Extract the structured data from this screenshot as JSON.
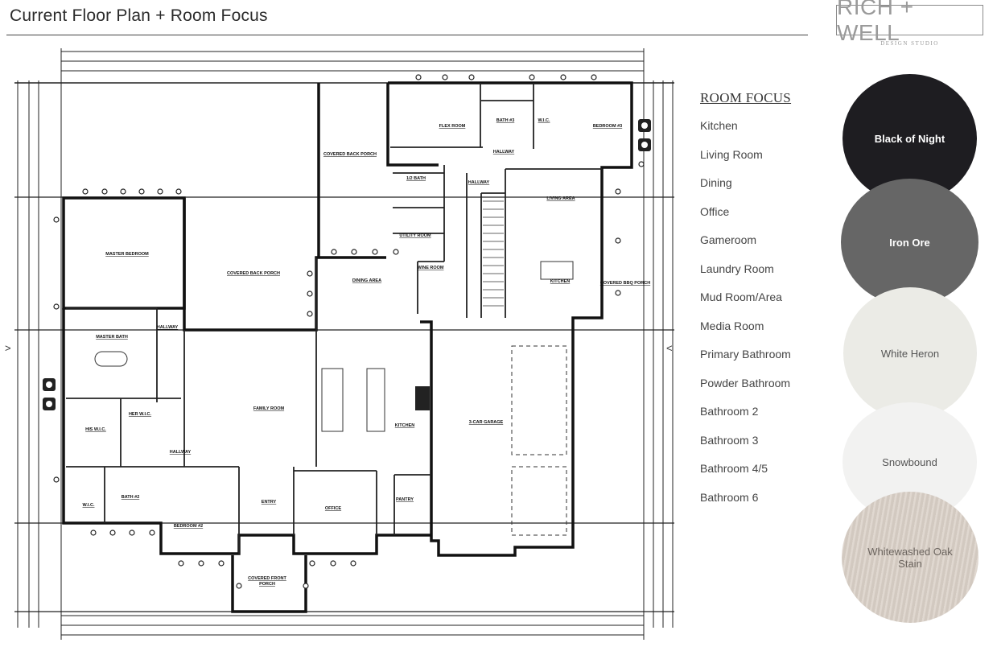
{
  "header": {
    "title": "Current Floor Plan + Room Focus",
    "logo_text": "RICH + WELL",
    "logo_subtitle": "DESIGN STUDIO"
  },
  "room_focus": {
    "heading": "ROOM FOCUS",
    "items": [
      "Kitchen",
      "Living Room",
      "Dining",
      "Office",
      "Gameroom",
      "Laundry Room",
      "Mud Room/Area",
      "Media Room",
      "Primary Bathroom",
      "Powder Bathroom",
      "Bathroom 2",
      "Bathroom 3",
      "Bathroom 4/5",
      "Bathroom 6"
    ]
  },
  "swatches": [
    {
      "name": "Black of Night",
      "color": "#1e1d21"
    },
    {
      "name": "Iron Ore",
      "color": "#666666"
    },
    {
      "name": "White Heron",
      "color": "#ebebe6"
    },
    {
      "name": "Snowbound",
      "color": "#f2f2f1"
    },
    {
      "name": "Whitewashed Oak Stain",
      "color": "#d9cfc6"
    }
  ],
  "floor_plan": {
    "rooms": {
      "covered_back_porch_top": "COVERED BACK PORCH",
      "flex_room": "FLEX ROOM",
      "bath_3": "BATH #3",
      "wic_top": "W.I.C.",
      "bedroom_3": "BEDROOM #3",
      "hallway_top": "HALLWAY",
      "half_bath": "1/2 BATH",
      "hallway_mid": "HALLWAY",
      "living_area": "LIVING AREA",
      "master_bedroom": "MASTER BEDROOM",
      "covered_back_porch": "COVERED BACK PORCH",
      "utility_room": "UTILITY ROOM",
      "wine_room": "WINE ROOM",
      "dining_area": "DINING AREA",
      "kitchen_right": "KITCHEN",
      "covered_bbq_porch": "COVERED BBQ PORCH",
      "master_bath": "MASTER BATH",
      "hallway_left": "HALLWAY",
      "family_room": "FAMILY ROOM",
      "kitchen_island": "KITCHEN",
      "garage": "3-CAR GARAGE",
      "his_wic": "HIS W.I.C.",
      "her_wic": "HER W.I.C.",
      "hallway_low": "HALLWAY",
      "wic_low": "W.I.C.",
      "bath_2": "BATH #2",
      "bedroom_2": "BEDROOM #2",
      "entry": "ENTRY",
      "office": "OFFICE",
      "pantry": "PANTRY",
      "covered_front_porch_1": "COVERED FRONT",
      "covered_front_porch_2": "PORCH"
    }
  }
}
